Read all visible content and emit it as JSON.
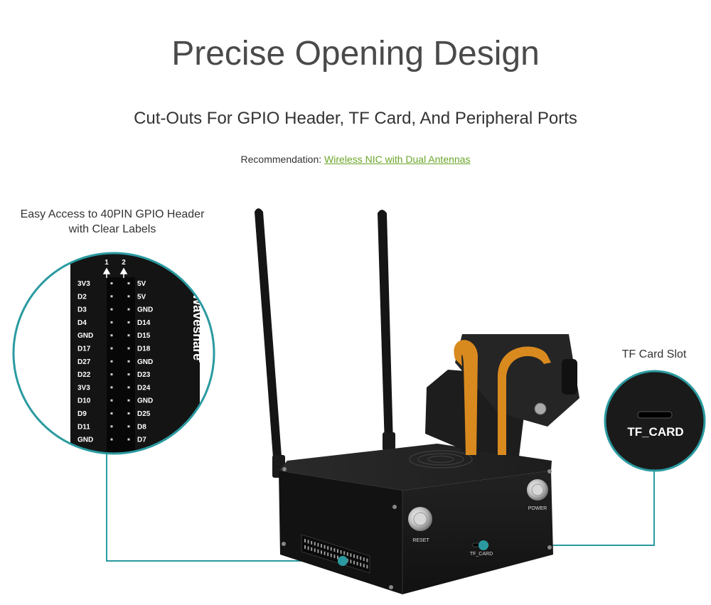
{
  "heading": {
    "title": "Precise Opening Design",
    "subtitle": "Cut-Outs For GPIO Header, TF Card, And Peripheral Ports",
    "recommendation_label": "Recommendation:",
    "recommendation_link": "Wireless NIC with Dual Antennas"
  },
  "callouts": {
    "gpio_line1": "Easy Access to 40PIN GPIO Header",
    "gpio_line2": "with Clear Labels",
    "tf_title": "TF Card Slot",
    "tf_zoom_label": "TF_CARD"
  },
  "gpio": {
    "col_1": "1",
    "col_2": "2",
    "brand": "Waveshare",
    "left_pins": [
      "3V3",
      "D2",
      "D3",
      "D4",
      "GND",
      "D17",
      "D27",
      "D22",
      "3V3",
      "D10",
      "D9",
      "D11",
      "GND"
    ],
    "right_pins": [
      "5V",
      "5V",
      "GND",
      "D14",
      "D15",
      "D18",
      "GND",
      "D23",
      "D24",
      "GND",
      "D25",
      "D8",
      "D7"
    ]
  },
  "device": {
    "reset_label": "RESET",
    "power_label": "POWER",
    "tf_label": "TF_CARD"
  },
  "colors": {
    "accent": "#2a9aa0",
    "link": "#6aa628",
    "case": "#1c1c1c"
  }
}
